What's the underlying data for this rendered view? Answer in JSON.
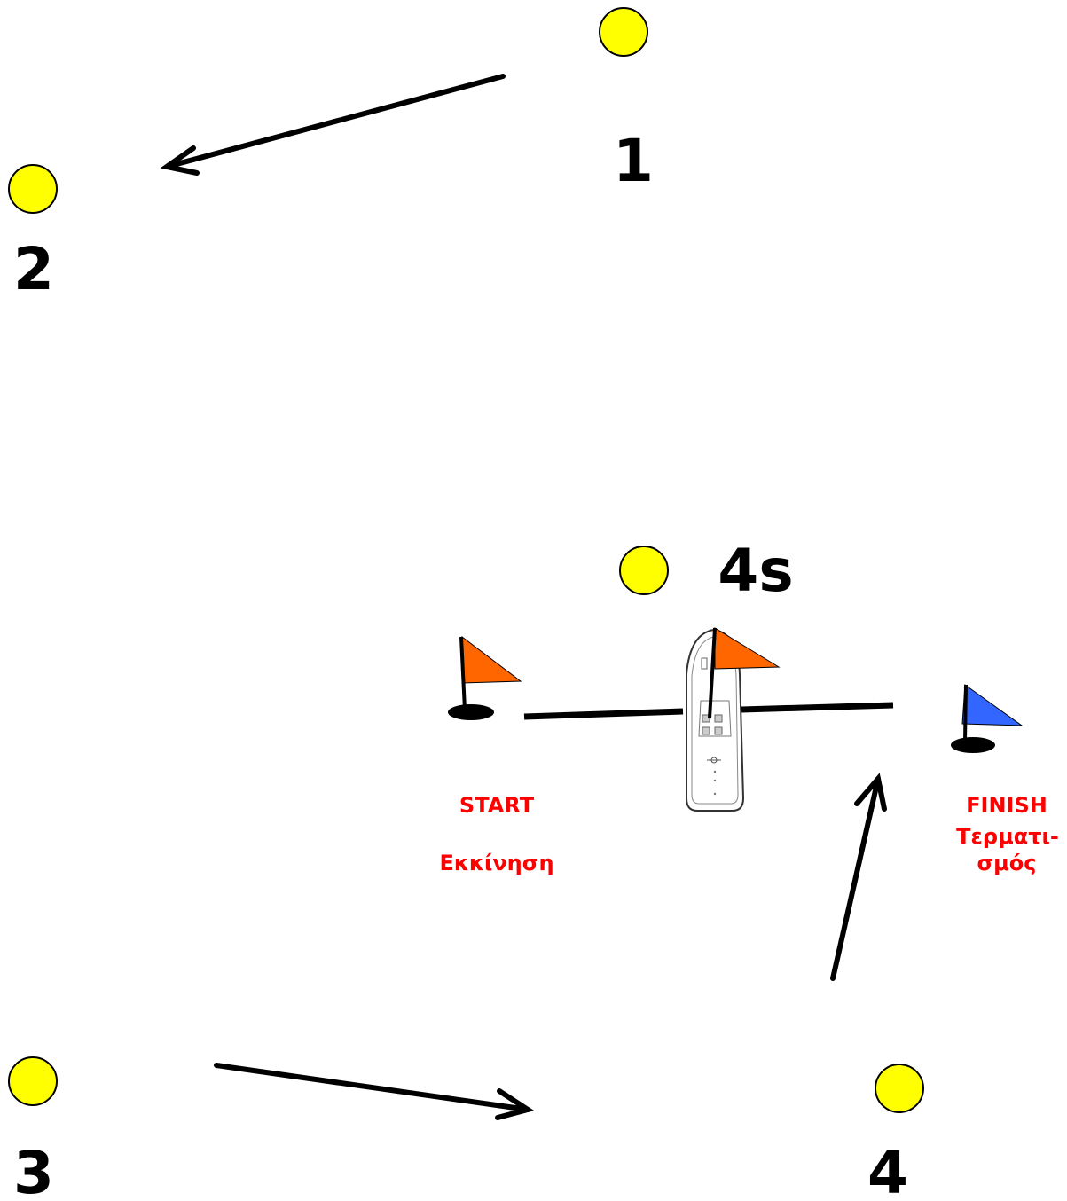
{
  "colors": {
    "buoy": "#ffff00",
    "buoy_outline": "#000000",
    "start_flag": "#ff6600",
    "finish_flag": "#3366ff",
    "label_red": "#ff0000",
    "line": "#000000"
  },
  "marks": {
    "m1": {
      "label": "1"
    },
    "m2": {
      "label": "2"
    },
    "m3": {
      "label": "3"
    },
    "m4": {
      "label": "4"
    },
    "m4s": {
      "label": "4s"
    }
  },
  "start": {
    "label_en": "START",
    "label_gr": "Εκκίνηση"
  },
  "finish": {
    "label_en": "FINISH",
    "label_gr_1": "Τερματι-",
    "label_gr_2": "σμός"
  },
  "icons": {
    "buoy": "buoy-icon",
    "start_flag": "start-flag-icon",
    "finish_flag": "finish-flag-icon",
    "committee_boat": "committee-boat-icon",
    "arrow": "arrow-icon"
  }
}
